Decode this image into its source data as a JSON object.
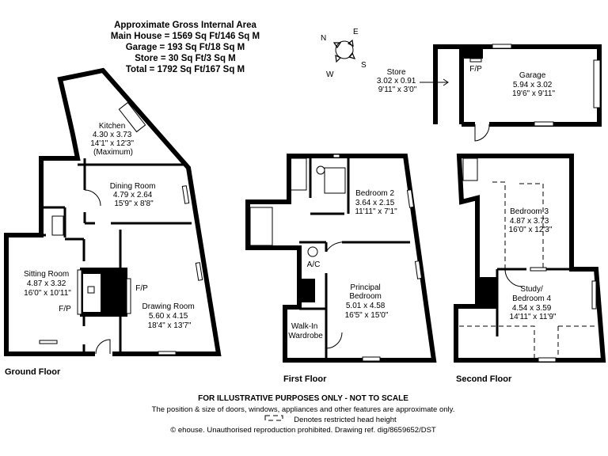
{
  "header": {
    "title": "Approximate Gross Internal Area",
    "main_house": "Main House = 1569 Sq Ft/146 Sq M",
    "garage": "Garage = 193 Sq Ft/18 Sq M",
    "store": "Store = 30 Sq Ft/3 Sq M",
    "total": "Total = 1792 Sq Ft/167 Sq M"
  },
  "compass": {
    "n": "N",
    "e": "E",
    "s": "S",
    "w": "W"
  },
  "floors": {
    "ground": "Ground Floor",
    "first": "First Floor",
    "second": "Second Floor"
  },
  "rooms": {
    "kitchen": {
      "name": "Kitchen",
      "metric": "4.30 x 3.73",
      "imperial": "14'1\" x 12'3\"",
      "note": "(Maximum)"
    },
    "dining": {
      "name": "Dining Room",
      "metric": "4.79 x 2.64",
      "imperial": "15'9\" x 8'8\""
    },
    "sitting": {
      "name": "Sitting Room",
      "metric": "4.87 x 3.32",
      "imperial": "16'0\" x 10'11\""
    },
    "drawing": {
      "name": "Drawing Room",
      "metric": "5.60 x 4.15",
      "imperial": "18'4\" x 13'7\""
    },
    "bedroom2": {
      "name": "Bedroom 2",
      "metric": "3.64 x 2.15",
      "imperial": "11'11\" x 7'1\""
    },
    "principal": {
      "name1": "Principal",
      "name2": "Bedroom",
      "metric": "5.01 x 4.58",
      "imperial": "16'5\" x 15'0\""
    },
    "wardrobe": {
      "name1": "Walk-In",
      "name2": "Wardrobe"
    },
    "ac": {
      "name": "A/C"
    },
    "bedroom3": {
      "name": "Bedroom 3",
      "metric": "4.87 x 3.73",
      "imperial": "16'0\" x 12'3\""
    },
    "study": {
      "name1": "Study/",
      "name2": "Bedroom 4",
      "metric": "4.54 x 3.59",
      "imperial": "14'11\" x 11'9\""
    },
    "store": {
      "name": "Store",
      "metric": "3.02 x 0.91",
      "imperial": "9'11\" x 3'0\""
    },
    "garage": {
      "name": "Garage",
      "metric": "5.94 x 3.02",
      "imperial": "19'6\" x 9'11\""
    }
  },
  "fireplace_label": "F/P",
  "footer": {
    "disclaimer": "FOR ILLUSTRATIVE PURPOSES ONLY - NOT TO SCALE",
    "note": "The position & size of doors, windows, appliances and other features are approximate only.",
    "legend": "Denotes restricted head height",
    "copyright": "© ehouse. Unauthorised reproduction prohibited. Drawing ref. dig/8659652/DST"
  }
}
